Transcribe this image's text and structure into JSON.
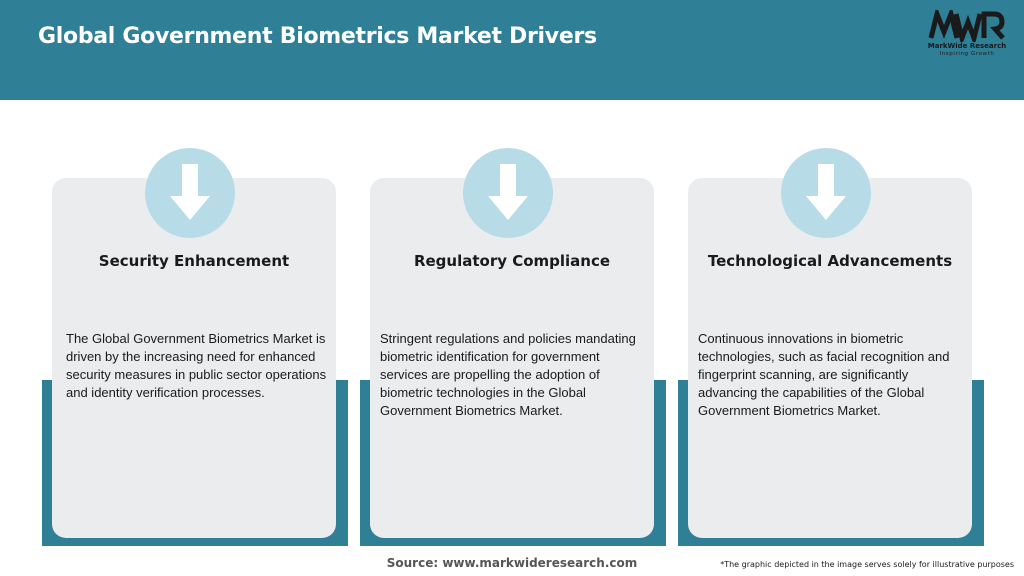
{
  "header": {
    "title": "Global Government Biometrics Market Drivers",
    "logo_mark": "MWR",
    "logo_name": "MarkWide Research",
    "logo_tagline": "Inspiring Growth"
  },
  "colors": {
    "header_bg": "#2f7f96",
    "card_bg": "#eaecee",
    "icon_circle": "#b7dce8",
    "accent": "#2f7f96"
  },
  "cards": [
    {
      "icon": "down-arrow-icon",
      "title": "Security Enhancement",
      "text": "The Global Government Biometrics Market is driven by the increasing need for enhanced security measures in public sector operations and identity verification processes."
    },
    {
      "icon": "down-arrow-icon",
      "title": "Regulatory Compliance",
      "text": "Stringent regulations and policies mandating biometric identification for government services are propelling the adoption of biometric technologies in the Global Government Biometrics Market."
    },
    {
      "icon": "down-arrow-icon",
      "title": "Technological Advancements",
      "text": "Continuous innovations in biometric technologies, such as facial recognition and fingerprint scanning, are significantly advancing the capabilities of the Global Government Biometrics Market."
    }
  ],
  "footer": {
    "source": "Source: www.markwideresearch.com",
    "note": "*The graphic depicted in the image serves solely for illustrative purposes"
  }
}
